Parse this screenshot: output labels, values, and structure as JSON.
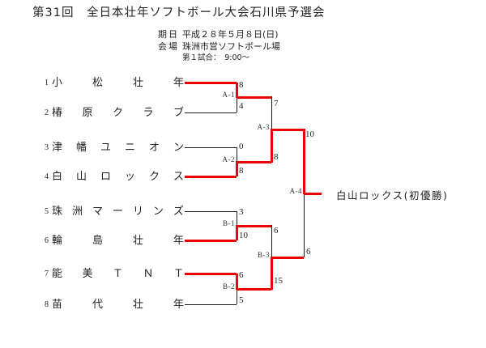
{
  "title": "第31回　全日本壮年ソフトボール大会石川県予選会",
  "info": {
    "date_label": "期日",
    "date_value": "平成２８年５月８日(日)",
    "venue_label": "会場",
    "venue_value": "珠洲市営ソフトボール場",
    "first_game": "第１試合：　9:00～"
  },
  "teams": [
    {
      "seed": "1",
      "name": "小松壮年"
    },
    {
      "seed": "2",
      "name": "椿原クラブ"
    },
    {
      "seed": "3",
      "name": "津幡ユニオン"
    },
    {
      "seed": "4",
      "name": "白山ロックス"
    },
    {
      "seed": "5",
      "name": "珠洲マーリンズ"
    },
    {
      "seed": "6",
      "name": "輪島壮年"
    },
    {
      "seed": "7",
      "name": "能美ＴＮＴ"
    },
    {
      "seed": "8",
      "name": "苗代壮年"
    }
  ],
  "matches": [
    {
      "label": "A-1",
      "top_score": "8",
      "bottom_score": "4"
    },
    {
      "label": "A-2",
      "top_score": "0",
      "bottom_score": "8"
    },
    {
      "label": "B-1",
      "top_score": "3",
      "bottom_score": "10"
    },
    {
      "label": "B-2",
      "top_score": "6",
      "bottom_score": "5"
    },
    {
      "label": "A-3",
      "top_score": "7",
      "bottom_score": "8"
    },
    {
      "label": "B-3",
      "top_score": "6",
      "bottom_score": "15"
    },
    {
      "label": "A-4",
      "top_score": "10",
      "bottom_score": "6"
    }
  ],
  "winner": "白山ロックス(初優勝)",
  "colors": {
    "advance_line": "#ee0000",
    "line": "#1a1a1a"
  }
}
